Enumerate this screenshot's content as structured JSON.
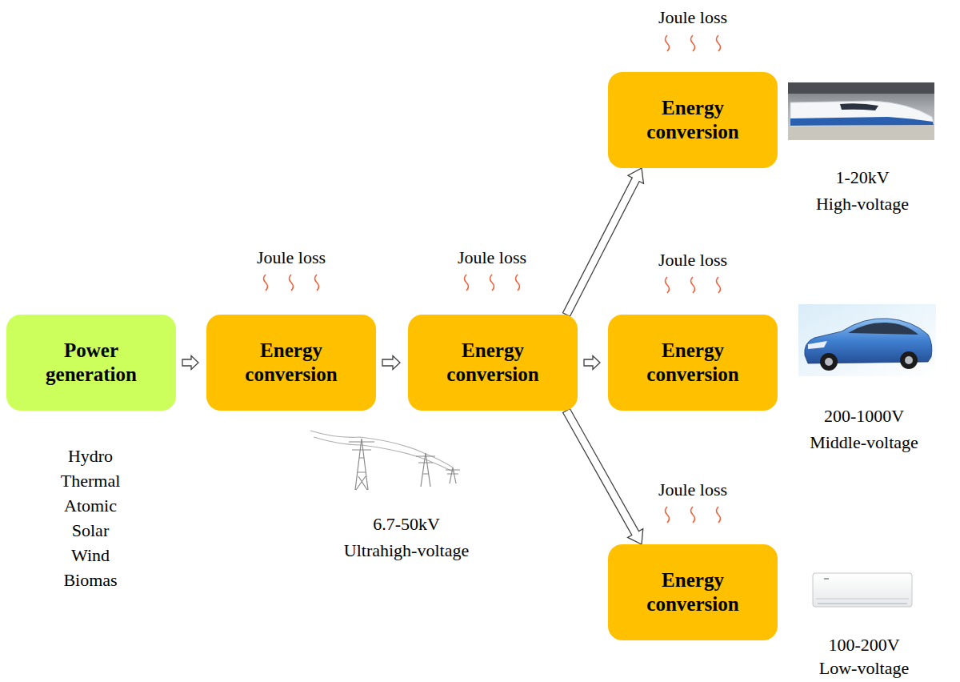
{
  "diagram": {
    "nodes": [
      {
        "text": [
          "Power generation"
        ]
      },
      {
        "text": [
          "Energy conversion"
        ]
      },
      {
        "text": [
          "Energy conversion"
        ]
      },
      {
        "text": [
          "Energy conversion"
        ]
      },
      {
        "text": [
          "Energy conversion"
        ]
      },
      {
        "text": [
          "Energy conversion"
        ]
      }
    ],
    "edges": [
      {
        "from": 0,
        "to": 1,
        "arrow": "to"
      },
      {
        "from": 1,
        "to": 2,
        "arrow": "to"
      },
      {
        "from": 2,
        "to": 3,
        "arrow": "to"
      },
      {
        "from": 2,
        "to": 4,
        "arrow": "to"
      },
      {
        "from": 2,
        "to": 5,
        "arrow": "to"
      }
    ],
    "labels": [
      "Hydro",
      "Thermal",
      "Atomic",
      "Solar",
      "Wind",
      "Biomas",
      "Joule loss",
      "Joule loss",
      "6.7-50kV",
      "Ultrahigh-voltage",
      "Joule loss",
      "1-20kV",
      "High-voltage",
      "Joule loss",
      "200-1000V",
      "Middle-voltage",
      "Joule loss",
      "100-200V",
      "Low-voltage"
    ]
  }
}
